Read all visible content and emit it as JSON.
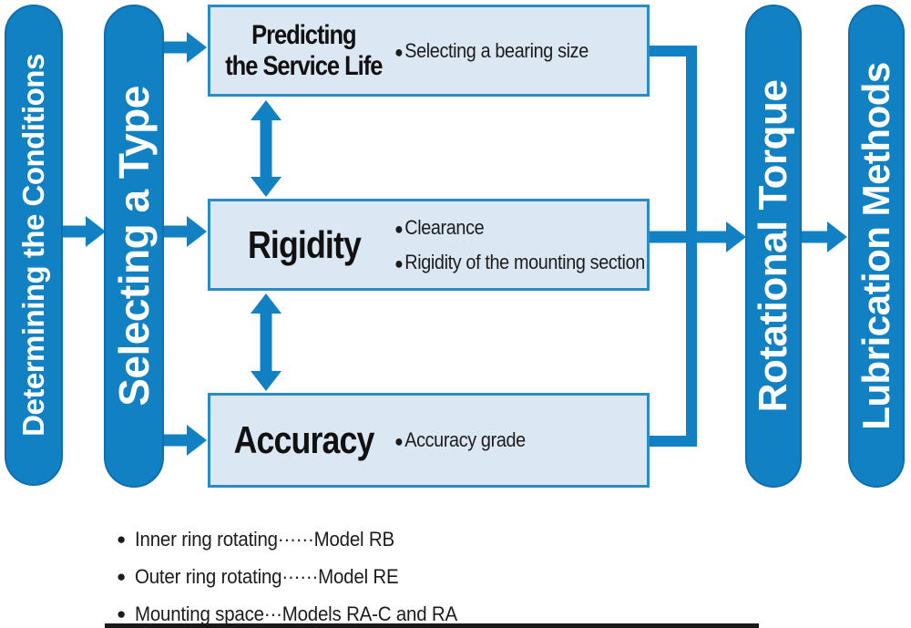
{
  "palette": {
    "pill_blue": "#1181c4",
    "pill_border": "#0d6fae",
    "box_fill": "#dbe7f3",
    "box_border": "#2b8cc4",
    "arrow_blue": "#1181c4",
    "text_dark": "#111111",
    "text_white": "#ffffff"
  },
  "glyphs": {
    "bullet": "●"
  },
  "pills": {
    "determining": "Determining the Conditions",
    "selecting": "Selecting a Type",
    "rotational": "Rotational Torque",
    "lubrication": "Lubrication Methods"
  },
  "boxes": [
    {
      "title_line1": "Predicting",
      "title_line2": "the Service Life",
      "bullets": [
        "Selecting a bearing size"
      ]
    },
    {
      "title": "Rigidity",
      "bullets": [
        "Clearance",
        "Rigidity of the mounting section"
      ]
    },
    {
      "title": "Accuracy",
      "bullets": [
        "Accuracy grade"
      ]
    }
  ],
  "legend": [
    "Inner ring rotating······Model RB",
    "Outer ring rotating······Model RE",
    "Mounting space···Models RA-C and RA"
  ]
}
